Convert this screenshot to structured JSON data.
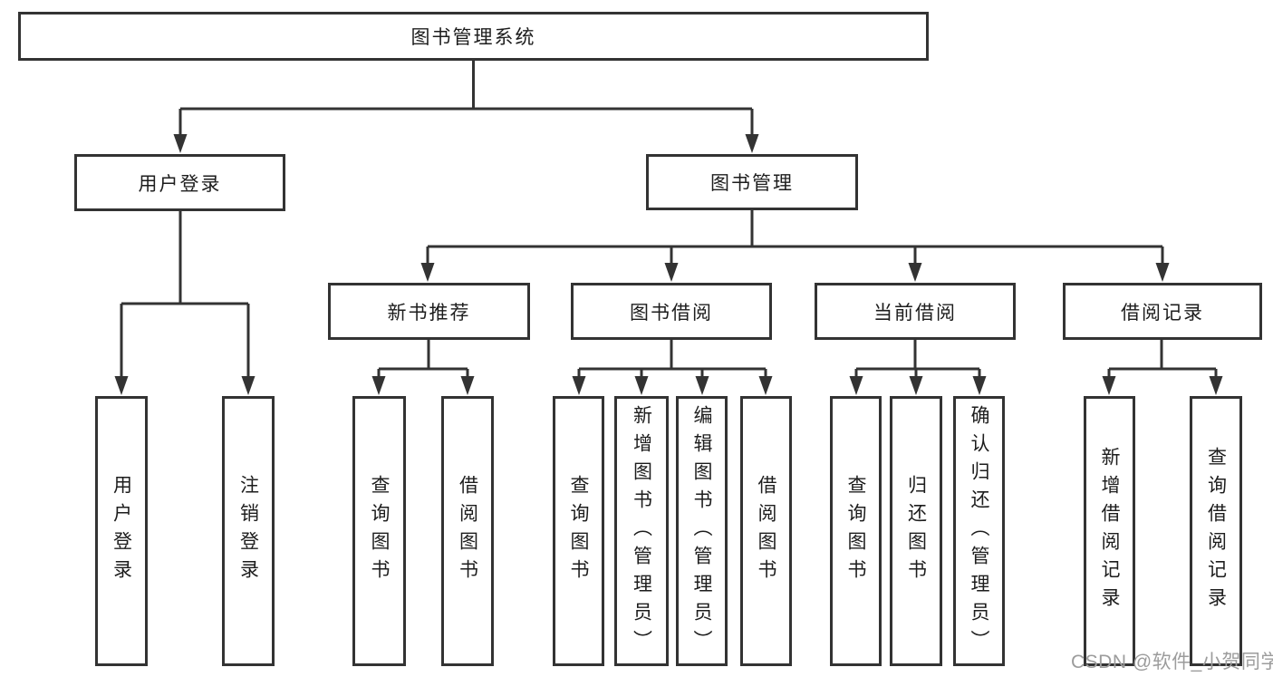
{
  "tree": {
    "label": "图书管理系统",
    "children": [
      {
        "label": "用户登录",
        "children": [
          {
            "label": "用户登录"
          },
          {
            "label": "注销登录"
          }
        ]
      },
      {
        "label": "图书管理",
        "children": [
          {
            "label": "新书推荐",
            "children": [
              {
                "label": "查询图书"
              },
              {
                "label": "借阅图书"
              }
            ]
          },
          {
            "label": "图书借阅",
            "children": [
              {
                "label": "查询图书"
              },
              {
                "label": "新增图书（管理员）"
              },
              {
                "label": "编辑图书（管理员）"
              },
              {
                "label": "借阅图书"
              }
            ]
          },
          {
            "label": "当前借阅",
            "children": [
              {
                "label": "查询图书"
              },
              {
                "label": "归还图书"
              },
              {
                "label": "确认归还（管理员）"
              }
            ]
          },
          {
            "label": "借阅记录",
            "children": [
              {
                "label": "新增借阅记录"
              },
              {
                "label": "查询借阅记录"
              }
            ]
          }
        ]
      }
    ]
  },
  "watermark": {
    "text": "CSDN @软件_小贺同学"
  },
  "colors": {
    "line": "#333333",
    "border": "#333333",
    "text": "#1d1d1d",
    "watermark": "#9c9c9c",
    "background": "#ffffff"
  }
}
